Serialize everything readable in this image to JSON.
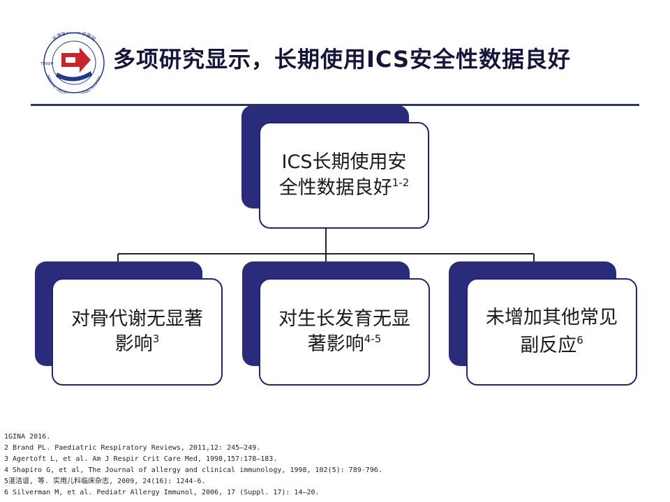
{
  "header": {
    "title": "多项研究显示，长期使用ICS安全性数据良好",
    "logo": {
      "icon": "hospital-seal-logo",
      "ring_text_top": "天津医科大学总医院",
      "ring_text_left": "TIANJIN",
      "ring_text_bottom": "MEDICAL UNIVERSITY GENERAL HOSPITAL"
    }
  },
  "diagram": {
    "root": {
      "text": "ICS长期使用安全性数据良好",
      "sup": "1-2"
    },
    "children": [
      {
        "text": "对骨代谢无显著影响",
        "sup": "3"
      },
      {
        "text": "对生长发育无显著影响",
        "sup": "4-5"
      },
      {
        "line1": "未增加其他常见",
        "line2": "副反应",
        "sup": "6"
      }
    ]
  },
  "references": [
    "1GINA 2016.",
    "2 Brand PL. Paediatric Respiratory Reviews, 2011,12: 245–249.",
    "3 Agertoft L, et al. Am J Respir Crit Care Med, 1998,157:178–183.",
    "4 Shapiro G, et al, The Journal of allergy and clinical immunology, 1998, 102(5): 789-796.",
    "5湛洁谊, 等. 实用儿科临床杂志, 2009, 24(16): 1244-6.",
    "6 Silverman M, et al. Pediatr Allergy Immunol, 2006, 17 (Suppl. 17): 14–20."
  ],
  "colors": {
    "accent_navy": "#2b2b7c",
    "card_border": "#232370",
    "title_text": "#15153a",
    "rule": "#223862",
    "logo_red": "#c8262d",
    "logo_blue": "#233a8a"
  }
}
